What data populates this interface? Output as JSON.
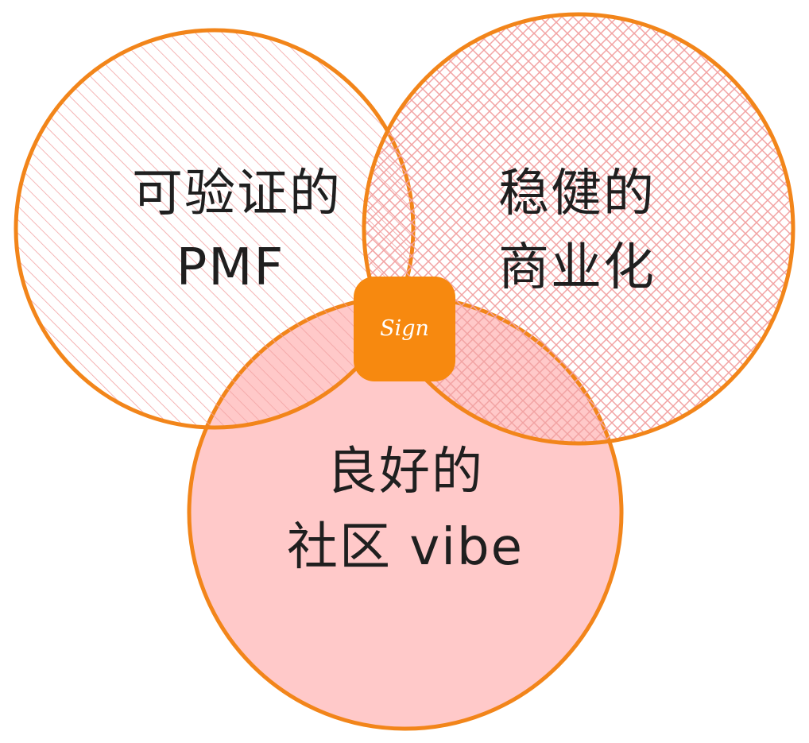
{
  "diagram": {
    "circles": [
      {
        "id": "top-left",
        "lines": [
          "可验证的",
          "PMF"
        ],
        "fill_style": "hatch",
        "stroke": "#f2851a",
        "fill": "#f4a8a8"
      },
      {
        "id": "top-right",
        "lines": [
          "稳健的",
          "商业化"
        ],
        "fill_style": "crosshatch",
        "stroke": "#f2851a",
        "fill": "#f4a8a8"
      },
      {
        "id": "bottom",
        "lines": [
          "良好的",
          "社区 vibe"
        ],
        "fill_style": "solid",
        "stroke": "#f2851a",
        "fill": "#ffc9c9"
      }
    ],
    "center": {
      "label": "Sign",
      "color": "#f7890f"
    }
  }
}
